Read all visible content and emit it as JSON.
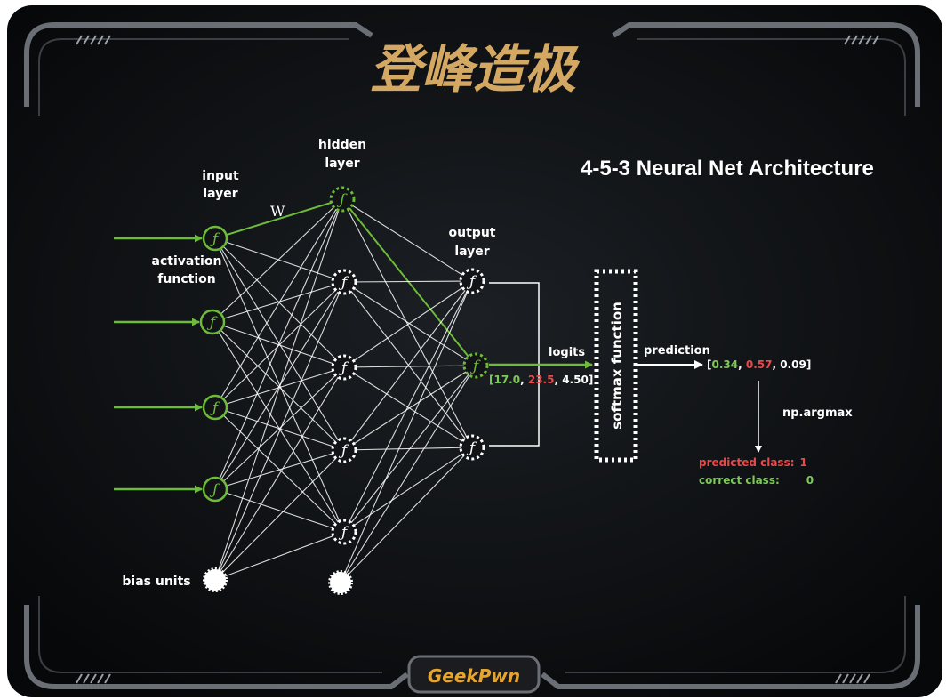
{
  "logo": {
    "text": "登峰造极",
    "color": "#d4a862"
  },
  "title": "4-5-3 Neural Net Architecture",
  "labels": {
    "input_layer": [
      "input",
      "layer"
    ],
    "hidden_layer": [
      "hidden",
      "layer"
    ],
    "output_layer": [
      "output",
      "layer"
    ],
    "activation_function": [
      "activation",
      "function"
    ],
    "weights": "W",
    "bias_units": "bias units",
    "logits": "logits",
    "softmax": "softmax function",
    "prediction": "prediction",
    "argmax": "np.argmax"
  },
  "logits_values": [
    {
      "text": "17.0",
      "color": "#7ec85a"
    },
    {
      "text": "23.5",
      "color": "#e84a4a"
    },
    {
      "text": "4.50",
      "color": "#ffffff"
    }
  ],
  "prediction_values": [
    {
      "text": "0.34",
      "color": "#7ec85a"
    },
    {
      "text": "0.57",
      "color": "#e84a4a"
    },
    {
      "text": "0.09",
      "color": "#ffffff"
    }
  ],
  "predicted_class": {
    "label": "predicted class:",
    "value": "1",
    "color": "#e84a4a"
  },
  "correct_class": {
    "label": "correct class:",
    "value": "0",
    "color": "#7ec85a"
  },
  "footer_logo": "GeekPwn",
  "colors": {
    "background": "#101214",
    "frame": "#5a5f66",
    "highlight": "#6dbb3a",
    "text": "#ffffff"
  }
}
